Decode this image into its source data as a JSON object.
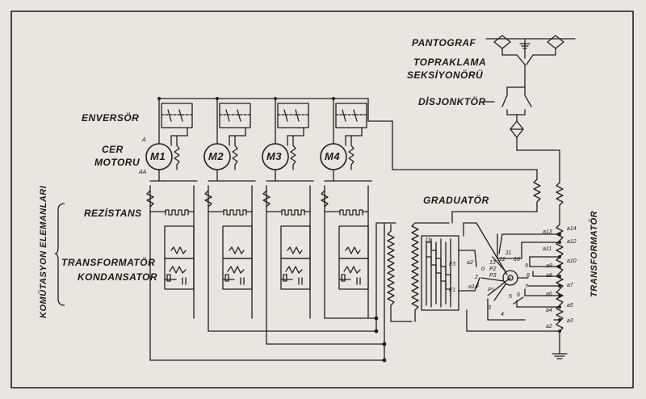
{
  "labels": {
    "pantograf": "PANTOGRAF",
    "topraklama_1": "TOPRAKLAMA",
    "topraklama_2": "SEKSİYONÖRÜ",
    "disjonktor": "DİSJONKTÖR",
    "enversor": "ENVERSÖR",
    "cer_1": "CER",
    "cer_2": "MOTORU",
    "rezistans": "REZİSTANS",
    "transformator_left": "TRANSFORMATÖR",
    "kondansator": "KONDANSATOR",
    "komutasyon": "KOMÜTASYON ELEMANLARI",
    "graduator": "GRADUATÖR",
    "transformator_right": "TRANSFORMATÖR"
  },
  "motors": [
    "M1",
    "M2",
    "M3",
    "M4"
  ],
  "motor_terminals": {
    "top": "A",
    "bottom": "AA"
  },
  "taps": [
    "a14",
    "a13",
    "a12",
    "a11",
    "a10",
    "a9",
    "a8",
    "a7",
    "a6",
    "a5",
    "a4",
    "a3",
    "a2"
  ],
  "selector_labels": {
    "f3": "F3",
    "f1": "F1",
    "a2": "a2",
    "a14": "a14",
    "p1": "P1",
    "p2": "P2",
    "p3": "P3",
    "n0": "0",
    "n1": "1",
    "n2": "2",
    "n3": "3",
    "n4": "4",
    "n5": "5",
    "n6": "6",
    "n7": "7",
    "n8": "8",
    "n9": "9",
    "n10": "10",
    "n11": "11",
    "n12": "12",
    "n13": "13",
    "n16": "11"
  },
  "colors": {
    "paper": "#e9e6df",
    "ink": "#1f1f1f"
  }
}
